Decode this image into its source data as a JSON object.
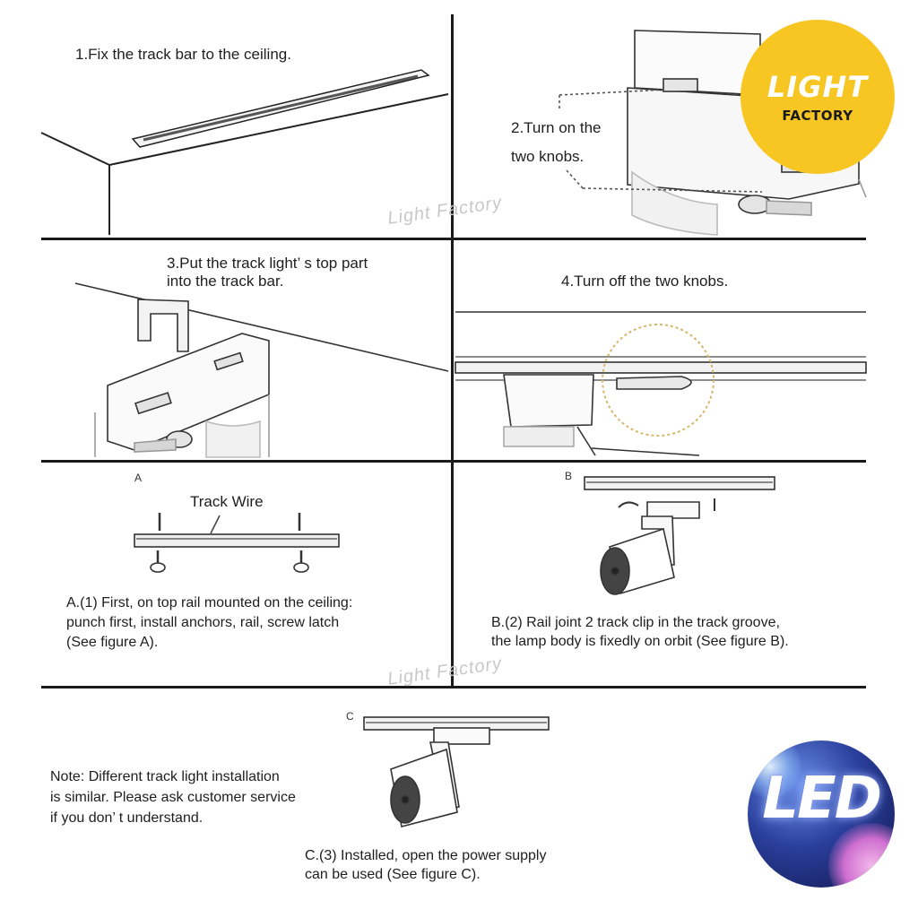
{
  "steps": {
    "step1": "1.Fix the track bar to the ceiling.",
    "step2_line1": "2.Turn on the",
    "step2_line2": "two knobs.",
    "step3_line1": "3.Put the track light’ s top part",
    "step3_line2": "into the track bar.",
    "step4": "4.Turn off the two knobs."
  },
  "figures": {
    "a_label": "A",
    "a_title": "Track Wire",
    "a_desc": [
      "A.(1) First, on top rail mounted on the ceiling:",
      "punch first, install anchors, rail, screw latch",
      "(See figure A)."
    ],
    "b_label": "B",
    "b_desc": [
      "B.(2) Rail joint 2 track clip in the track groove,",
      "the lamp body is fixedly on orbit (See figure B)."
    ],
    "c_label": "C",
    "c_desc": [
      "C.(3) Installed, open the power supply",
      "can be used (See figure C)."
    ]
  },
  "note": [
    "Note: Different track light installation",
    "is similar. Please ask customer service",
    " if you don’ t understand."
  ],
  "watermark": "Light Factory",
  "brand": {
    "badge_line1": "LIGHT",
    "badge_line2": "FACTORY",
    "led_logo": "LED",
    "badge_color": "#f7c623"
  },
  "icons": [
    "track-bar-drawing",
    "knob-drawing",
    "track-light-head-drawing",
    "screw-anchor-icon",
    "rotate-arrow-icon",
    "up-arrow-icon"
  ]
}
